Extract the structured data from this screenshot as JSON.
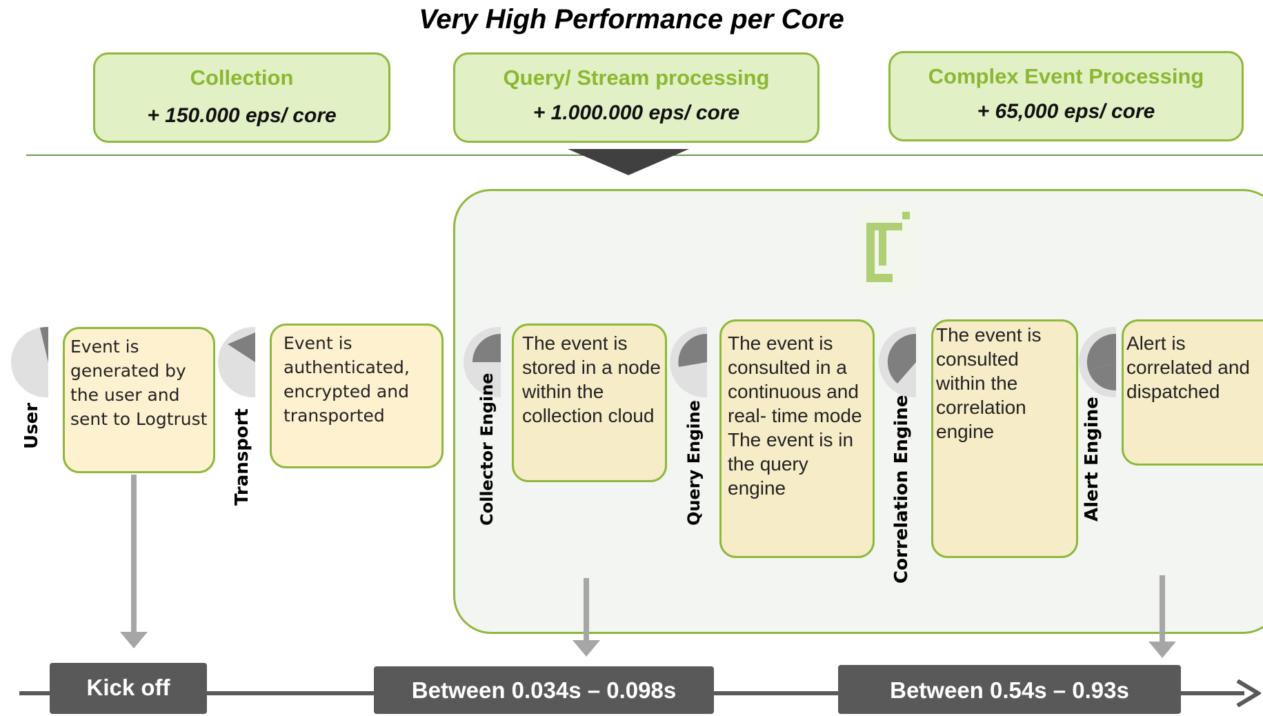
{
  "title": "Very High Performance per Core",
  "phases": [
    {
      "name": "Collection",
      "rate": "+ 150.000  eps/ core"
    },
    {
      "name": "Query/ Stream processing",
      "rate": "+ 1.000.000  eps/ core"
    },
    {
      "name": "Complex Event Processing",
      "rate": "+ 65,000 eps/ core"
    }
  ],
  "stages": [
    {
      "label": "User",
      "text": "Event is generated by the user and sent to Logtrust"
    },
    {
      "label": "Transport",
      "text": "Event is authenticated, encrypted and transported"
    },
    {
      "label": "Collector Engine",
      "text": "The event is stored in a node within the collection cloud"
    },
    {
      "label": "Query Engine",
      "text": "The event is consulted in a continuous and real- time mode\nThe event is in the query engine"
    },
    {
      "label": "Correlation Engine",
      "text": "The event is consulted within the correlation engine"
    },
    {
      "label": "Alert Engine",
      "text": "Alert is correlated and dispatched"
    }
  ],
  "timeline": [
    {
      "label": "Kick off"
    },
    {
      "label": "Between 0.034s – 0.098s"
    },
    {
      "label": "Between 0.54s – 0.93s"
    }
  ],
  "colors": {
    "accent_green": "#8db83a",
    "phase_fill": "#e2f0c6",
    "step_fill": "#fdf1d0",
    "timeline_dark": "#595959",
    "arrow_grey": "#a6a6a6"
  },
  "logo_icon": "logtrust-logo-icon"
}
